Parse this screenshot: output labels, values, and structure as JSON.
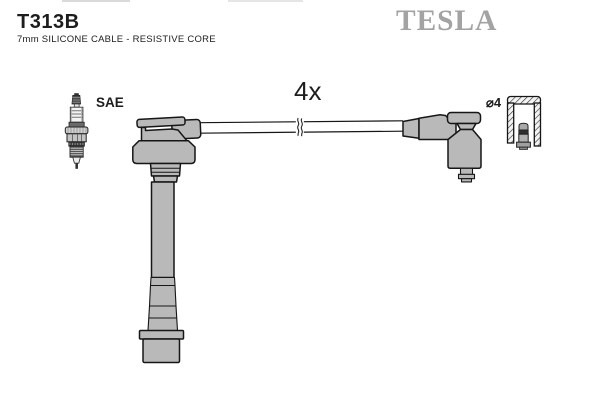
{
  "header": {
    "part_number": "T313B",
    "subtitle": "7mm SILICONE CABLE - RESISTIVE CORE",
    "brand": "TESLA"
  },
  "labels": {
    "spark_plug_terminal": "SAE",
    "quantity": "4x",
    "terminal_diameter": "⌀4"
  },
  "diagram": {
    "components": [
      {
        "icon": "spark-plug-icon",
        "label": "SAE"
      },
      {
        "icon": "coil-boot-cable-icon",
        "label": "4x"
      },
      {
        "icon": "plug-boot-icon",
        "label": "4x"
      },
      {
        "icon": "terminal-cross-section-icon",
        "label": "⌀4"
      }
    ]
  },
  "colors": {
    "background": "#ffffff",
    "outline": "#161616",
    "part_fill": "#b9b9b9",
    "text": "#1d1d1d",
    "logo_gray": "#a3a3a3"
  }
}
